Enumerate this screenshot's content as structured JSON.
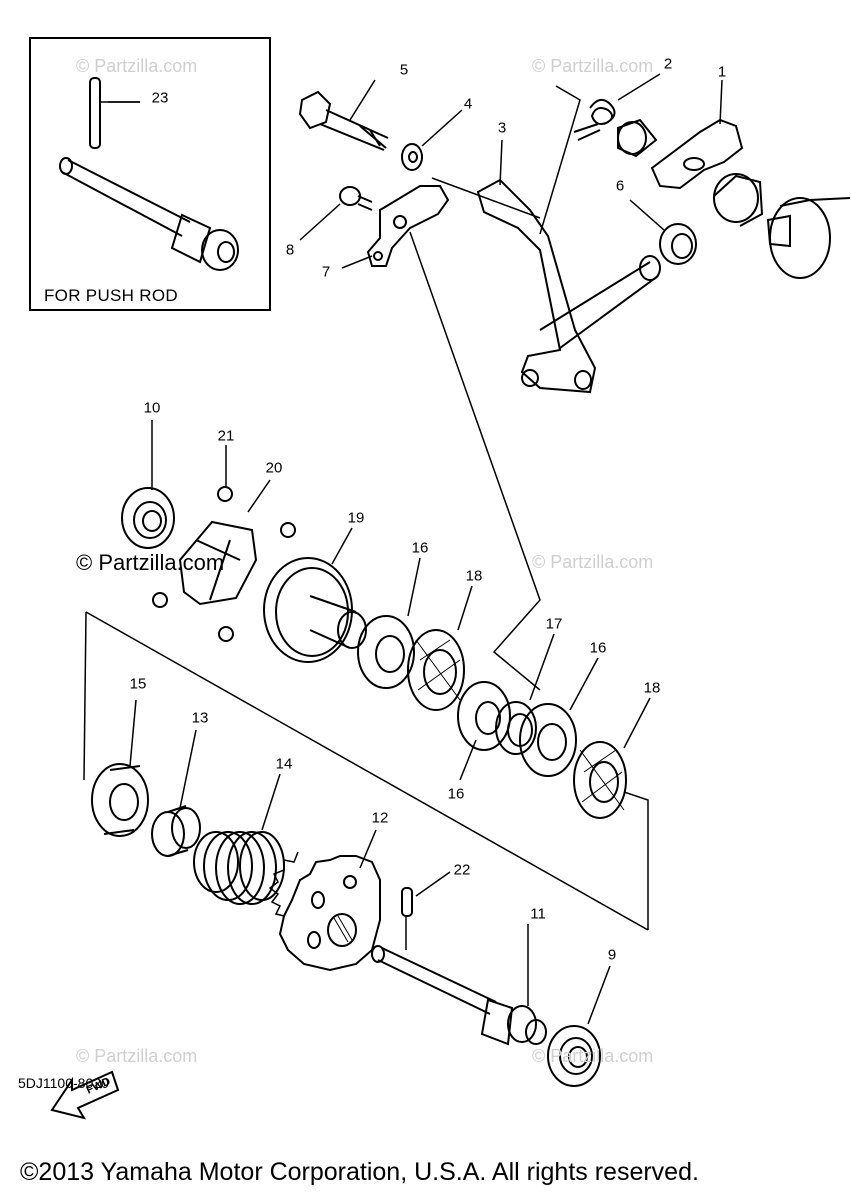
{
  "callouts": [
    "1",
    "2",
    "3",
    "4",
    "5",
    "6",
    "7",
    "8",
    "9",
    "10",
    "11",
    "12",
    "13",
    "14",
    "15",
    "16",
    "16",
    "16",
    "17",
    "18",
    "18",
    "19",
    "20",
    "21",
    "22",
    "23"
  ],
  "inset_label": "FOR PUSH ROD",
  "watermarks": [
    "© Partzilla.com",
    "© Partzilla.com",
    "© Partzilla.com",
    "© Partzilla.com",
    "© Partzilla.com",
    "© Partzilla.com"
  ],
  "fwd_label": "FWD",
  "diagram_code": "5DJ1100-8020",
  "copyright": "©2013  Yamaha Motor Corporation, U.S.A. All rights reserved."
}
